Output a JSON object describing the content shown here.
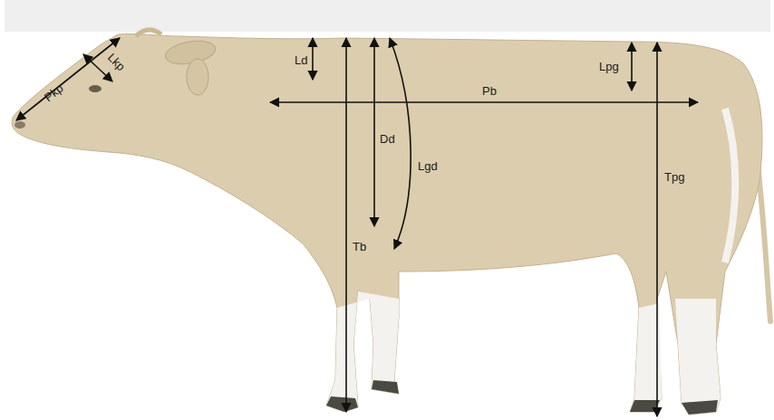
{
  "diagram": {
    "labels": [
      "Pkp",
      "Lkp",
      "Ld",
      "Tb",
      "Dd",
      "Lgd",
      "Pb",
      "Lpg",
      "Tpg"
    ]
  }
}
